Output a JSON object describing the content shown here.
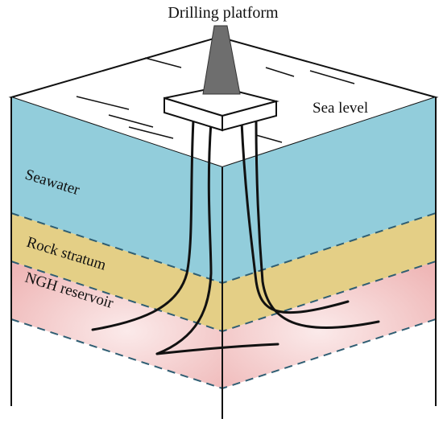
{
  "labels": {
    "drilling_platform": "Drilling platform",
    "sea_level": "Sea level",
    "seawater": "Seawater",
    "rock_stratum": "Rock stratum",
    "ngh_reservoir": "NGH reservoir"
  },
  "colors": {
    "seawater": "#92CDDB",
    "rock_stratum": "#E4CF86",
    "ngh_reservoir": "#EFB7B7",
    "ngh_highlight": "#FBEAEA",
    "derrick": "#6E6E6E",
    "outline": "#111111",
    "boundary_dash": "#2F5E73"
  }
}
